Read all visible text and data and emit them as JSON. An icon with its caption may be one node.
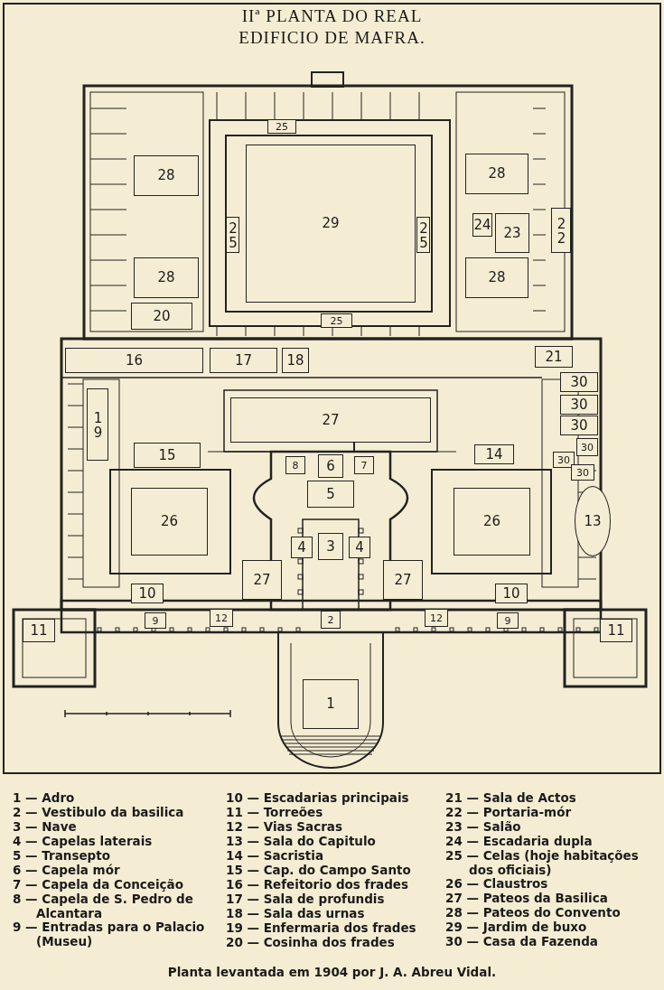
{
  "diagram": {
    "title": "IIª PLANTA DO REAL EDIFICIO DE MAFRA.",
    "caption": "Planta levantada em 1904 por J. A. Abreu Vidal.",
    "nodes": [
      {
        "text": [
          "25"
        ]
      },
      {
        "text": [
          "28"
        ]
      },
      {
        "text": [
          "28"
        ]
      },
      {
        "text": [
          "29"
        ]
      },
      {
        "text": [
          "25"
        ]
      },
      {
        "text": [
          "25"
        ]
      },
      {
        "text": [
          "24"
        ]
      },
      {
        "text": [
          "23"
        ]
      },
      {
        "text": [
          "22"
        ]
      },
      {
        "text": [
          "28"
        ]
      },
      {
        "text": [
          "28"
        ]
      },
      {
        "text": [
          "20"
        ]
      },
      {
        "text": [
          "25"
        ]
      },
      {
        "text": [
          "16"
        ]
      },
      {
        "text": [
          "17"
        ]
      },
      {
        "text": [
          "18"
        ]
      },
      {
        "text": [
          "21"
        ]
      },
      {
        "text": [
          "30"
        ]
      },
      {
        "text": [
          "27"
        ]
      },
      {
        "text": [
          "30"
        ]
      },
      {
        "text": [
          "19"
        ]
      },
      {
        "text": [
          "30"
        ]
      },
      {
        "text": [
          "30"
        ]
      },
      {
        "text": [
          "15"
        ]
      },
      {
        "text": [
          "14"
        ]
      },
      {
        "text": [
          "30"
        ]
      },
      {
        "text": [
          "8"
        ]
      },
      {
        "text": [
          "6"
        ]
      },
      {
        "text": [
          "7"
        ]
      },
      {
        "text": [
          "30"
        ]
      },
      {
        "text": [
          "5"
        ]
      },
      {
        "text": [
          "26"
        ]
      },
      {
        "text": [
          "26"
        ]
      },
      {
        "text": [
          "13"
        ]
      },
      {
        "text": [
          "4"
        ]
      },
      {
        "text": [
          "3"
        ]
      },
      {
        "text": [
          "4"
        ]
      },
      {
        "text": [
          "27"
        ]
      },
      {
        "text": [
          "27"
        ]
      },
      {
        "text": [
          "10"
        ]
      },
      {
        "text": [
          "10"
        ]
      },
      {
        "text": [
          "12"
        ]
      },
      {
        "text": [
          "2"
        ]
      },
      {
        "text": [
          "12"
        ]
      },
      {
        "text": [
          "9"
        ]
      },
      {
        "text": [
          "9"
        ]
      },
      {
        "text": [
          "11"
        ]
      },
      {
        "text": [
          "11"
        ]
      },
      {
        "text": [
          "1"
        ]
      }
    ],
    "labels": [
      "1 — Adro",
      "2 — Vestibulo da basilica",
      "3 — Nave",
      "4 — Capelas laterais",
      "5 — Transepto",
      "6 — Capela mór",
      "7 — Capela da Conceição",
      "8 — Capela de S. Pedro de Alcantara",
      "9 — Entradas para o Palacio (Museu)",
      "10 — Escadarias principais",
      "11 — Torreões",
      "12 — Vias Sacras",
      "13 — Sala do Capitulo",
      "14 — Sacristia",
      "15 — Cap. do Campo Santo",
      "16 — Refeitorio dos frades",
      "17 — Sala de profundis",
      "18 — Sala das urnas",
      "19 — Enfermaria dos frades",
      "20 — Cosinha dos frades",
      "21 — Sala de Actos",
      "22 — Portaria-mór",
      "23 — Salão",
      "24 — Escadaria dupla",
      "25 — Celas (hoje habitações dos oficiais)",
      "26 — Claustros",
      "27 — Pateos da Basilica",
      "28 — Pateos do Convento",
      "29 — Jardim de buxo",
      "30 — Casa da Fazenda"
    ]
  }
}
